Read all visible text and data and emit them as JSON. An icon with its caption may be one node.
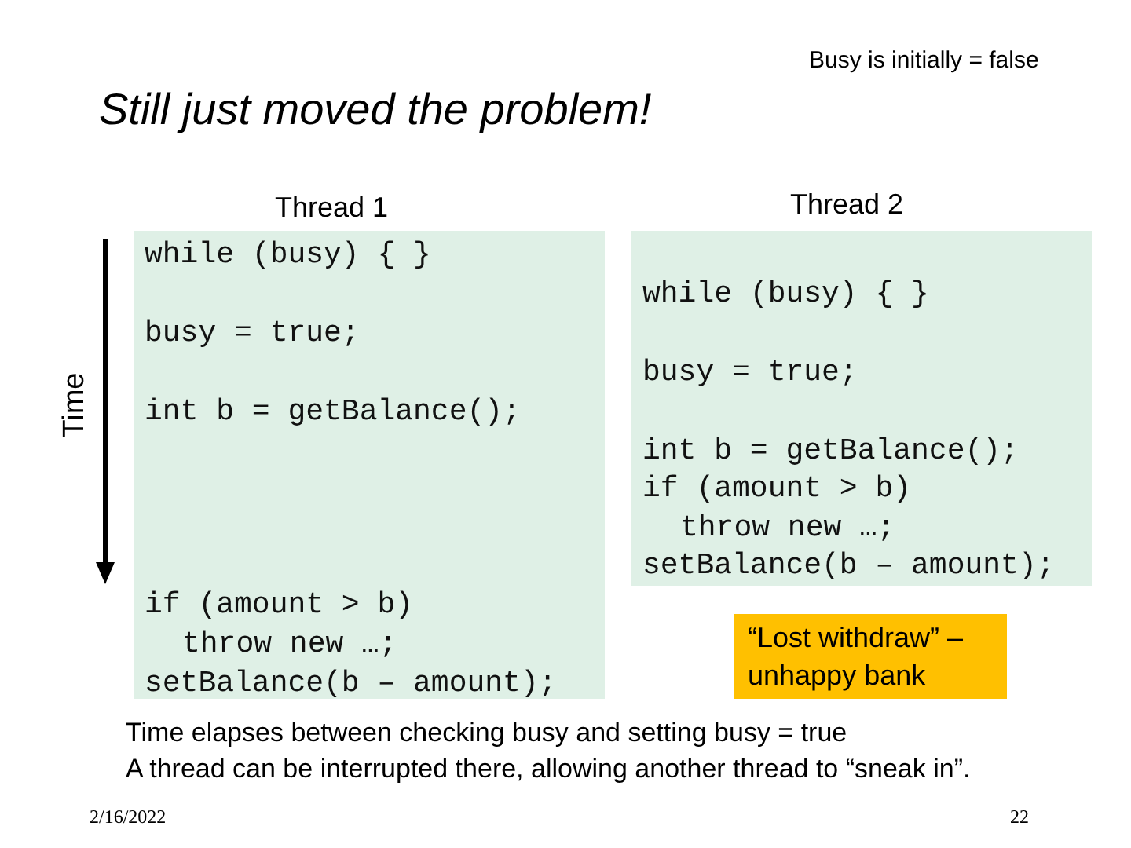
{
  "diagram": {
    "title": "Still just moved the problem!",
    "nodes": [
      {
        "text": [
          "Thread 1",
          "while (busy) { }",
          "busy = true;",
          "int b = getBalance();",
          "if (amount > b)",
          "throw new …;",
          "setBalance(b – amount);"
        ]
      },
      {
        "text": [
          "Thread 2",
          "while (busy) { }",
          "busy = true;",
          "int b = getBalance();",
          "if (amount > b)",
          "throw new …;",
          "setBalance(b – amount);"
        ]
      },
      {
        "text": [
          "“Lost withdraw” – unhappy bank"
        ]
      }
    ],
    "labels": [
      "Busy is initially = false",
      "Time",
      "Time elapses between checking busy and setting busy = true",
      "A thread can be interrupted there, allowing another thread to “sneak in”.",
      "2/16/2022",
      "22"
    ]
  }
}
